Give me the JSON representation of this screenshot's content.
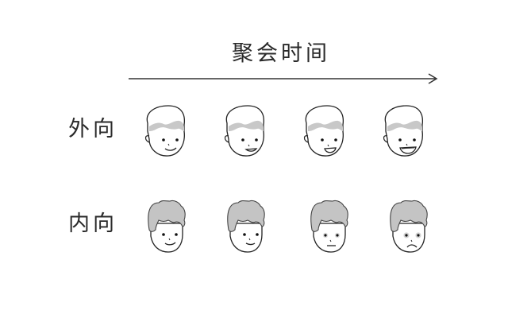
{
  "axis": {
    "title": "聚会时间",
    "direction": "left-to-right",
    "arrow_color": "#333333"
  },
  "rows": [
    {
      "label": "外向",
      "hair": "smooth",
      "hair_color": "#c8c8c8",
      "faces": [
        {
          "expression": "small-smile"
        },
        {
          "expression": "smile-open"
        },
        {
          "expression": "grin"
        },
        {
          "expression": "big-grin"
        }
      ]
    },
    {
      "label": "内向",
      "hair": "curly",
      "hair_color": "#c4c4c4",
      "faces": [
        {
          "expression": "small-smile"
        },
        {
          "expression": "slight-smile"
        },
        {
          "expression": "neutral-tired"
        },
        {
          "expression": "frown-tired"
        }
      ]
    }
  ]
}
